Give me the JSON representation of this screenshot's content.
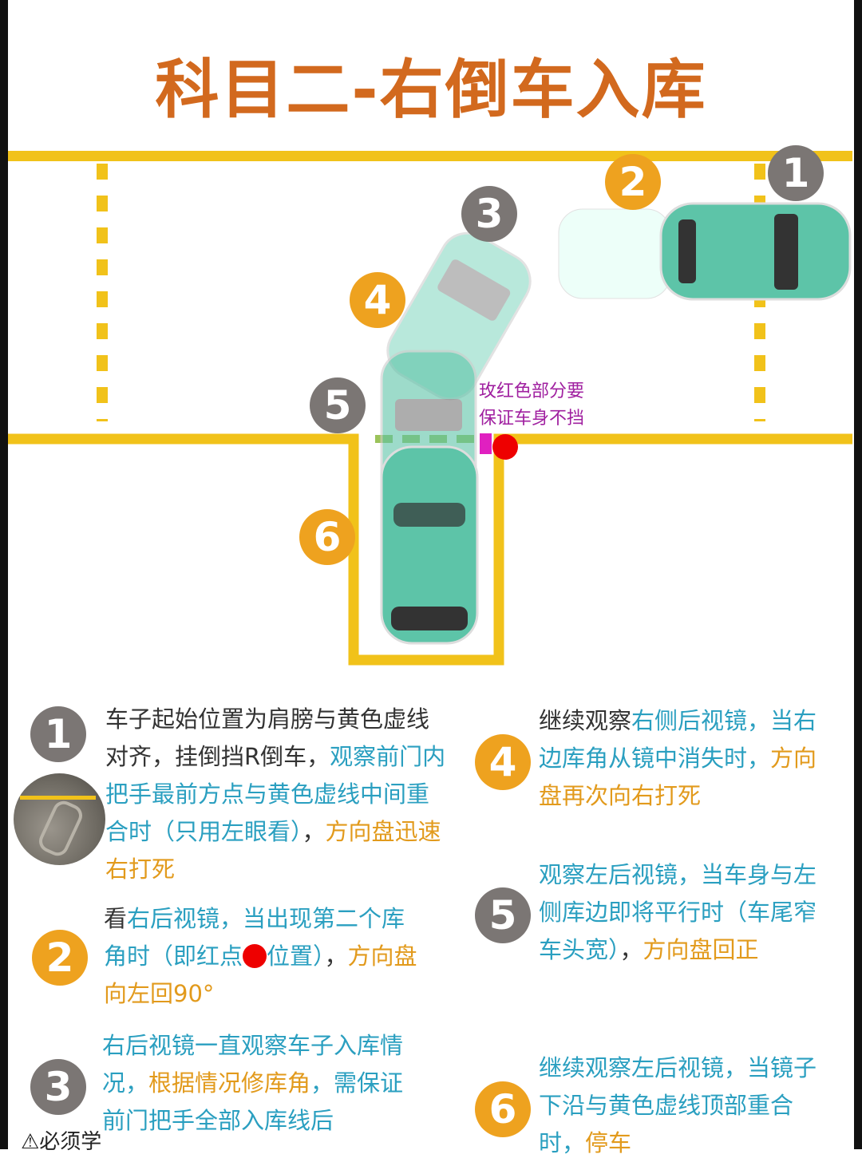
{
  "title": "科目二-右倒车入库",
  "diagram": {
    "note_lines": [
      "玫红色部分要",
      "保证车身不挡"
    ],
    "positions": [
      "1",
      "2",
      "3",
      "4",
      "5",
      "6"
    ],
    "colors": {
      "line": "#f1c21a",
      "car": "#5dc4a8",
      "badge_gray": "#7b7674",
      "badge_orange": "#eea21f",
      "pink": "#e020c0",
      "red": "#e00000"
    }
  },
  "steps": [
    {
      "num": "1",
      "segments": [
        {
          "style": "k",
          "text": "车子起始位置为肩膀与黄色虚线对齐，挂倒挡R倒车，"
        },
        {
          "style": "t",
          "text": "观察前门内把手最前方点与黄色虚线中间重合时（只用左眼看）"
        },
        {
          "style": "k",
          "text": "，"
        },
        {
          "style": "o",
          "text": "方向盘迅速右打死"
        }
      ]
    },
    {
      "num": "2",
      "segments": [
        {
          "style": "k",
          "text": "看"
        },
        {
          "style": "t",
          "text": "右后视镜，当出现第二个库角时（即红点"
        },
        {
          "style": "t",
          "text": "位置）"
        },
        {
          "style": "k",
          "text": "，"
        },
        {
          "style": "o",
          "text": "方向盘向左回90°"
        }
      ]
    },
    {
      "num": "3",
      "segments": [
        {
          "style": "t",
          "text": "右后视镜一直观察车子入库情况，"
        },
        {
          "style": "o",
          "text": "根据情况修库角"
        },
        {
          "style": "t",
          "text": "，需保证前门把手全部入库线后"
        }
      ]
    },
    {
      "num": "4",
      "segments": [
        {
          "style": "k",
          "text": "继续观察"
        },
        {
          "style": "t",
          "text": "右侧后视镜，当右边库角从镜中消失时，"
        },
        {
          "style": "o",
          "text": "方向盘再次向右打死"
        }
      ]
    },
    {
      "num": "5",
      "segments": [
        {
          "style": "t",
          "text": "观察左后视镜，当车身与左侧库边即将平行时（车尾窄车头宽）"
        },
        {
          "style": "k",
          "text": "，"
        },
        {
          "style": "o",
          "text": "方向盘回正"
        }
      ]
    },
    {
      "num": "6",
      "segments": [
        {
          "style": "t",
          "text": "继续观察左后视镜，当镜子下沿与黄色虚线顶部重合时，"
        },
        {
          "style": "o",
          "text": "停车"
        }
      ]
    }
  ],
  "watermark": "⚠必须学"
}
